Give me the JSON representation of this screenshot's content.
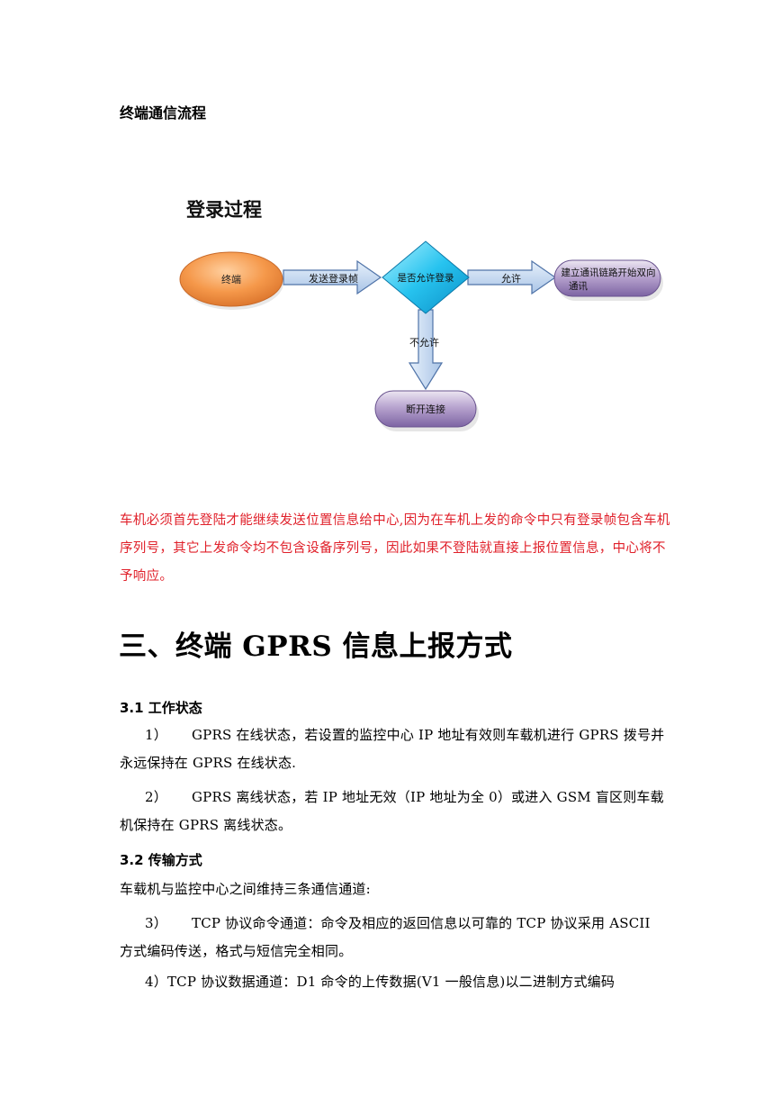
{
  "doc": {
    "section_title": "终端通信流程",
    "diagram": {
      "title": "登录过程",
      "node_terminal": "终端",
      "arrow_send": "发送登录帧",
      "node_decision": "是否允许登录",
      "arrow_allow": "允许",
      "node_establish_line1": "建立通讯链路开始双向",
      "node_establish_line2": "通讯",
      "arrow_deny": "不允许",
      "node_disconnect": "断开连接"
    },
    "note": "车机必须首先登陆才能继续发送位置信息给中心,因为在车机上发的命令中只有登录帧包含车机序列号，其它上发命令均不包含设备序列号，因此如果不登陆就直接上报位置信息，中心将不予响应。",
    "heading": "三、终端 GPRS 信息上报方式",
    "s31_title": "3.1 工作状态",
    "s31_item1_num": "1）",
    "s31_item1_text": "GPRS 在线状态，若设置的监控中心 IP 地址有效则车载机进行 GPRS 拨号并永远保持在 GPRS 在线状态.",
    "s31_item2_num": "2）",
    "s31_item2_text": "GPRS 离线状态，若 IP 地址无效（IP 地址为全 0）或进入 GSM 盲区则车载机保持在 GPRS 离线状态。",
    "s32_title": "3.2 传输方式",
    "s32_intro": "车载机与监控中心之间维持三条通信通道:",
    "s32_item3_num": "3）",
    "s32_item3_text": "TCP 协议命令通道：命令及相应的返回信息以可靠的 TCP 协议采用 ASCII 方式编码传送，格式与短信完全相同。",
    "s32_item4": "4）TCP 协议数据通道：D1 命令的上传数据(V1 一般信息)以二进制方式编码"
  }
}
